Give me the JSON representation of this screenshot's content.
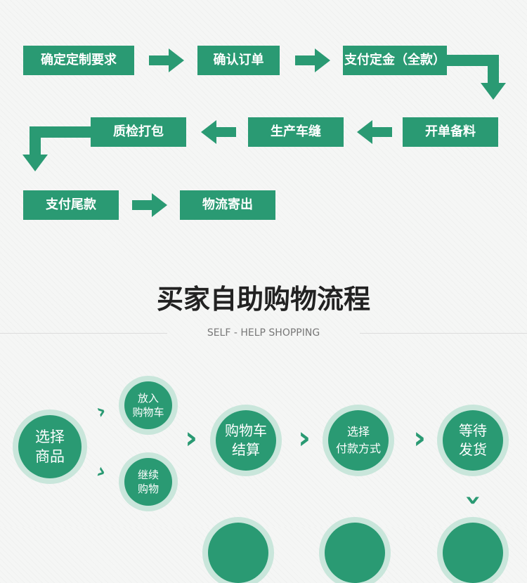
{
  "custom_flow": {
    "steps": [
      "确定定制要求",
      "确认订单",
      "支付定金（全款）",
      "开单备料",
      "生产车缝",
      "质检打包",
      "支付尾款",
      "物流寄出"
    ]
  },
  "selfhelp": {
    "title": "买家自助购物流程",
    "subtitle": "SELF - HELP SHOPPING",
    "nodes": [
      [
        "选择",
        "商品"
      ],
      [
        "放入",
        "购物车"
      ],
      [
        "继续",
        "购物"
      ],
      [
        "购物车",
        "结算"
      ],
      [
        "选择",
        "付款方式"
      ],
      [
        "等待",
        "发货"
      ]
    ]
  },
  "colors": {
    "accent": "#2a9a73",
    "halo": "#c9e6db",
    "title": "#222222"
  },
  "icons": [
    "arrow-right-icon",
    "arrow-left-icon",
    "arrow-bend-down-icon",
    "chevron-right-icon",
    "chevron-down-icon"
  ]
}
